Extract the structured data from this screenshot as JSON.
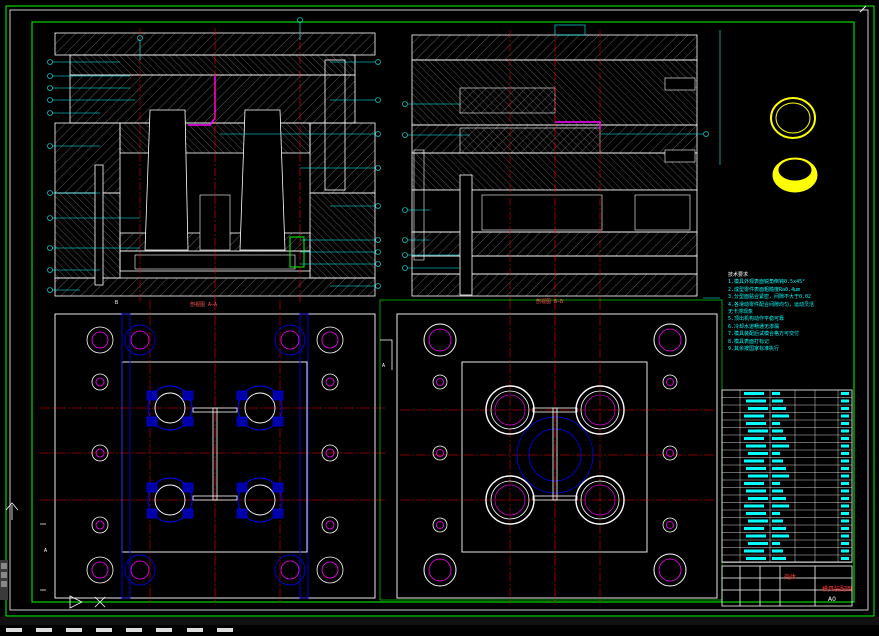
{
  "drawing": {
    "section_top_left_label": "剖视图 A—A",
    "section_top_right_label": "剖视图 B—B",
    "cut_marker_a": "A",
    "cut_marker_b": "B"
  },
  "notes": {
    "heading": "技术要求",
    "lines": [
      "1.模具外观表面锐角倒钝0.5x45°",
      "2.成型零件表面粗糙度Ra0.4μm",
      "3.分型面贴合紧密，间隙不大于0.02",
      "4.各滑动零件配合间隙均匀，运动灵活",
      "  无卡滞现象",
      "5.顶出机构动作平稳可靠",
      "6.冷却水道畅通无渗漏",
      "7.模具装配后试模合格方可交付",
      "8.模具表面打标记",
      "9.其余按国家标准执行"
    ]
  },
  "title_block": {
    "part_name": "壳体",
    "drawing_title": "模具装配图",
    "sheet_size": "A0"
  },
  "colors": {
    "background": "#000000",
    "frame": "#00ff00",
    "outline": "#ffffff",
    "centerline": "#ff0000",
    "leader": "#00ffff",
    "hidden": "#0000ff",
    "highlight": "#ff00ff",
    "part": "#ffff00"
  }
}
